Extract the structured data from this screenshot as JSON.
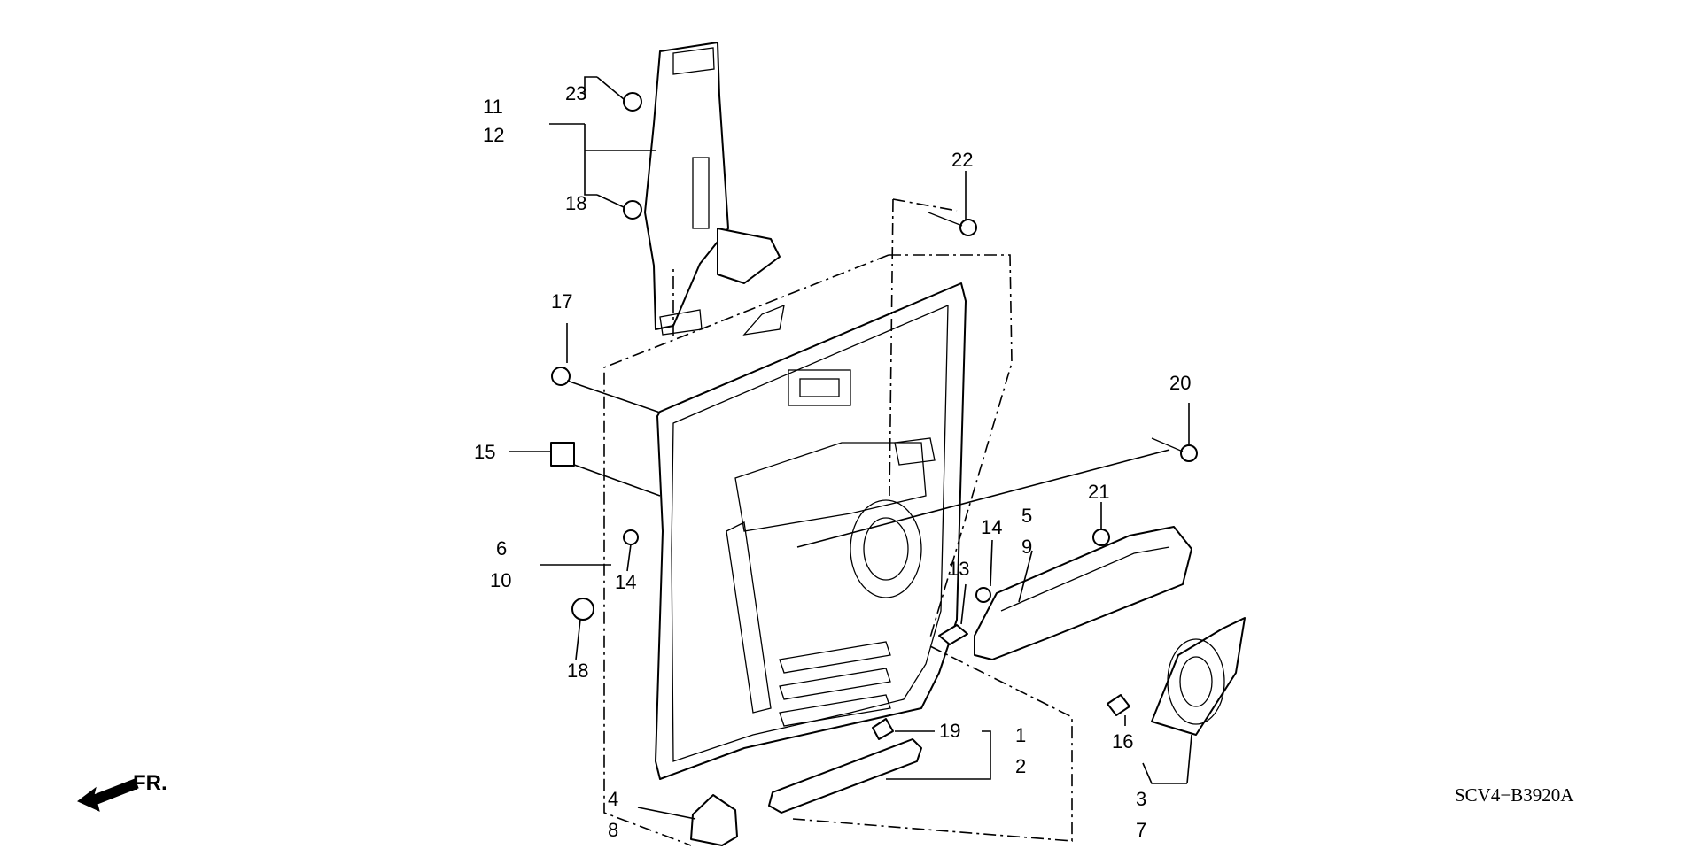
{
  "callouts": {
    "c1": "1",
    "c2": "2",
    "c3": "3",
    "c4": "4",
    "c5": "5",
    "c6": "6",
    "c7": "7",
    "c8": "8",
    "c9": "9",
    "c10": "10",
    "c11": "11",
    "c12": "12",
    "c13": "13",
    "c14a": "14",
    "c14b": "14",
    "c15": "15",
    "c16": "16",
    "c17": "17",
    "c18a": "18",
    "c18b": "18",
    "c19": "19",
    "c20": "20",
    "c21": "21",
    "c22": "22",
    "c23": "23"
  },
  "diagram_code": "SCV4−B3920A",
  "direction_label": "FR.",
  "icons": [
    "front-direction-arrow-icon"
  ]
}
